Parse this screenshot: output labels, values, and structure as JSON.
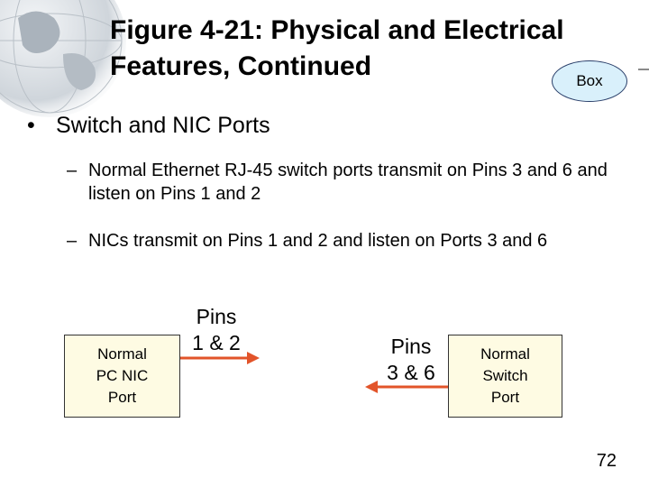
{
  "slide": {
    "title_line1": "Figure 4-21: Physical and Electrical",
    "title_line2": "Features, Continued",
    "box_label": "Box",
    "bullet": "Switch and NIC Ports",
    "sub_bullets": [
      "Normal Ethernet RJ-45 switch ports transmit on Pins 3 and 6 and listen on Pins 1 and 2",
      "NICs transmit on Pins 1 and 2 and listen on Ports 3 and 6"
    ],
    "page_number": "72"
  },
  "diagram": {
    "pc_port": [
      "Normal",
      "PC NIC",
      "Port"
    ],
    "switch_port": [
      "Normal",
      "Switch",
      "Port"
    ],
    "pins_12": [
      "Pins",
      "1 & 2"
    ],
    "pins_36": [
      "Pins",
      "3 & 6"
    ],
    "arrow_color": "#e2542a",
    "box_fill": "#fefbe3",
    "oval_fill": "#d9f0fb"
  }
}
